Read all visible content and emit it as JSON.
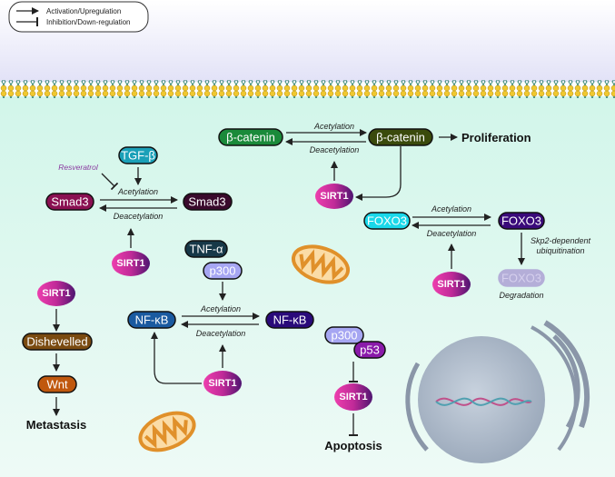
{
  "legend": {
    "activation": "Activation/Upregulation",
    "inhibition": "Inhibition/Down-regulation"
  },
  "colors": {
    "sirt1_start": "#e83aa8",
    "sirt1_end": "#5a1a7a",
    "cytoplasm": "#d6f7ec",
    "extracellular": "#e6e6f8",
    "membrane_head": "#f0c830",
    "membrane_tail": "#3a8a78"
  },
  "beta_catenin": {
    "left": "β-catenin",
    "right": "β-catenin",
    "acetylation": "Acetylation",
    "deacetylation": "Deacetylation",
    "sirt1": "SIRT1",
    "outcome": "Proliferation"
  },
  "smad": {
    "tgf": "TGF-β",
    "resveratrol": "Resveratrol",
    "left": "Smad3",
    "right": "Smad3",
    "acetylation": "Acetylation",
    "deacetylation": "Deacetylation",
    "sirt1": "SIRT1"
  },
  "foxo": {
    "left": "FOXO3",
    "right": "FOXO3",
    "degraded": "FOXO3",
    "acetylation": "Acetylation",
    "deacetylation": "Deacetylation",
    "sirt1": "SIRT1",
    "skp2_line1": "Skp2-dependent",
    "skp2_line2": "ubiquitination",
    "degradation": "Degradation"
  },
  "nfkb": {
    "tnf": "TNF-α",
    "p300": "p300",
    "left": "NF-κB",
    "right": "NF-κB",
    "acetylation": "Acetylation",
    "deacetylation": "Deacetylation",
    "sirt1": "SIRT1"
  },
  "wnt": {
    "sirt1": "SIRT1",
    "dishevelled": "Dishevelled",
    "wnt": "Wnt",
    "outcome": "Metastasis"
  },
  "p53": {
    "p300": "p300",
    "p53": "p53",
    "sirt1": "SIRT1",
    "outcome": "Apoptosis"
  }
}
